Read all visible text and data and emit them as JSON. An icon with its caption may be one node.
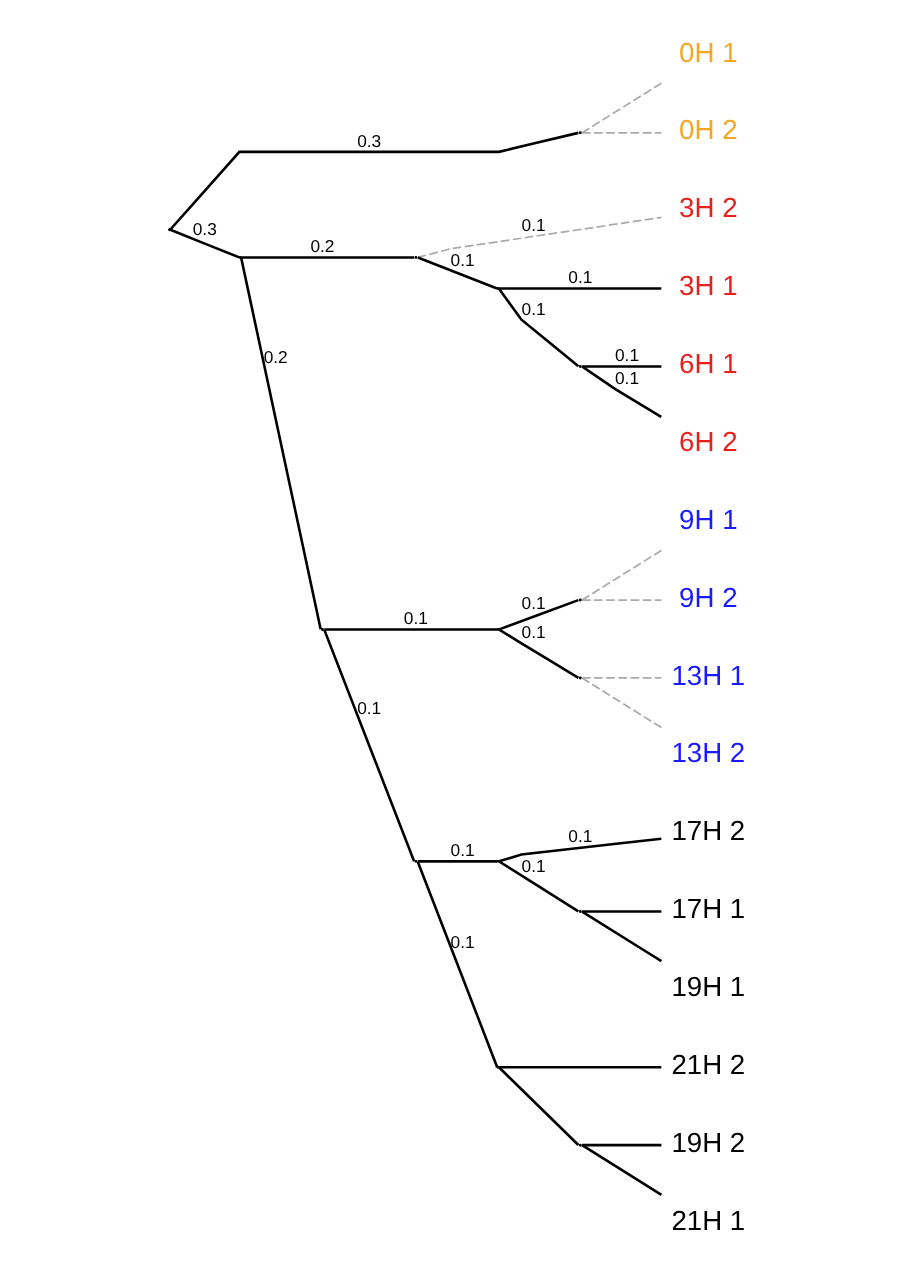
{
  "diagram": {
    "nodes": [
      {
        "text": [
          "0H 1"
        ]
      },
      {
        "text": [
          "0H 2"
        ]
      },
      {
        "text": [
          "3H 2"
        ]
      },
      {
        "text": [
          "3H 1"
        ]
      },
      {
        "text": [
          "6H 1"
        ]
      },
      {
        "text": [
          "6H 2"
        ]
      },
      {
        "text": [
          "9H 1"
        ]
      },
      {
        "text": [
          "9H 2"
        ]
      },
      {
        "text": [
          "13H 1"
        ]
      },
      {
        "text": [
          "13H 2"
        ]
      },
      {
        "text": [
          "17H 2"
        ]
      },
      {
        "text": [
          "17H 1"
        ]
      },
      {
        "text": [
          "19H 1"
        ]
      },
      {
        "text": [
          "21H 2"
        ]
      },
      {
        "text": [
          "19H 2"
        ]
      },
      {
        "text": [
          "21H 1"
        ]
      },
      {
        "text": [],
        "shape": "point"
      },
      {
        "text": [],
        "shape": "point"
      },
      {
        "text": [],
        "shape": "point"
      },
      {
        "text": [],
        "shape": "point"
      },
      {
        "text": [],
        "shape": "point"
      },
      {
        "text": [],
        "shape": "point"
      },
      {
        "text": [],
        "shape": "point"
      },
      {
        "text": [],
        "shape": "point"
      },
      {
        "text": [],
        "shape": "point"
      },
      {
        "text": [],
        "shape": "point"
      },
      {
        "text": [],
        "shape": "point"
      },
      {
        "text": [],
        "shape": "point"
      },
      {
        "text": [],
        "shape": "point"
      },
      {
        "text": [],
        "shape": "point"
      },
      {
        "text": [],
        "shape": "point"
      }
    ],
    "edges": [
      {
        "from": 16,
        "to": 17,
        "arrow": "none",
        "label": "0.3"
      },
      {
        "from": 17,
        "to": 0,
        "arrow": "none",
        "style": "dashed",
        "color": "#aaaaaa"
      },
      {
        "from": 17,
        "to": 1,
        "arrow": "none",
        "style": "dashed",
        "color": "#aaaaaa"
      },
      {
        "from": 16,
        "to": 18,
        "arrow": "none",
        "label": "0.3"
      },
      {
        "from": 18,
        "to": 19,
        "arrow": "none",
        "label": "0.2"
      },
      {
        "from": 19,
        "to": 2,
        "arrow": "none",
        "label": "0.1",
        "style": "dashed",
        "color": "#aaaaaa"
      },
      {
        "from": 19,
        "to": 21,
        "arrow": "none",
        "label": "0.1"
      },
      {
        "from": 21,
        "to": 3,
        "arrow": "none",
        "label": "0.1"
      },
      {
        "from": 21,
        "to": 22,
        "arrow": "none",
        "label": "0.1"
      },
      {
        "from": 22,
        "to": 4,
        "arrow": "none",
        "label": "0.1"
      },
      {
        "from": 22,
        "to": 5,
        "arrow": "none",
        "label": "0.1"
      },
      {
        "from": 18,
        "to": 20,
        "arrow": "none",
        "label": "0.2"
      },
      {
        "from": 20,
        "to": 23,
        "arrow": "none",
        "label": "0.1"
      },
      {
        "from": 23,
        "to": 25,
        "arrow": "none",
        "label": "0.1"
      },
      {
        "from": 25,
        "to": 6,
        "arrow": "none",
        "style": "dashed",
        "color": "#aaaaaa"
      },
      {
        "from": 25,
        "to": 7,
        "arrow": "none",
        "style": "dashed",
        "color": "#aaaaaa"
      },
      {
        "from": 23,
        "to": 26,
        "arrow": "none",
        "label": "0.1"
      },
      {
        "from": 26,
        "to": 8,
        "arrow": "none",
        "style": "dashed",
        "color": "#aaaaaa"
      },
      {
        "from": 26,
        "to": 9,
        "arrow": "none",
        "style": "dashed",
        "color": "#aaaaaa"
      },
      {
        "from": 20,
        "to": 24,
        "arrow": "none",
        "label": "0.1"
      },
      {
        "from": 24,
        "to": 27,
        "arrow": "none",
        "label": "0.1"
      },
      {
        "from": 27,
        "to": 10,
        "arrow": "none",
        "label": "0.1"
      },
      {
        "from": 27,
        "to": 29,
        "arrow": "none",
        "label": "0.1"
      },
      {
        "from": 29,
        "to": 11,
        "arrow": "none"
      },
      {
        "from": 29,
        "to": 12,
        "arrow": "none"
      },
      {
        "from": 24,
        "to": 28,
        "arrow": "none",
        "label": "0.1"
      },
      {
        "from": 28,
        "to": 13,
        "arrow": "none"
      },
      {
        "from": 28,
        "to": 30,
        "arrow": "none"
      },
      {
        "from": 30,
        "to": 14,
        "arrow": "none"
      },
      {
        "from": 30,
        "to": 15,
        "arrow": "none"
      }
    ]
  }
}
